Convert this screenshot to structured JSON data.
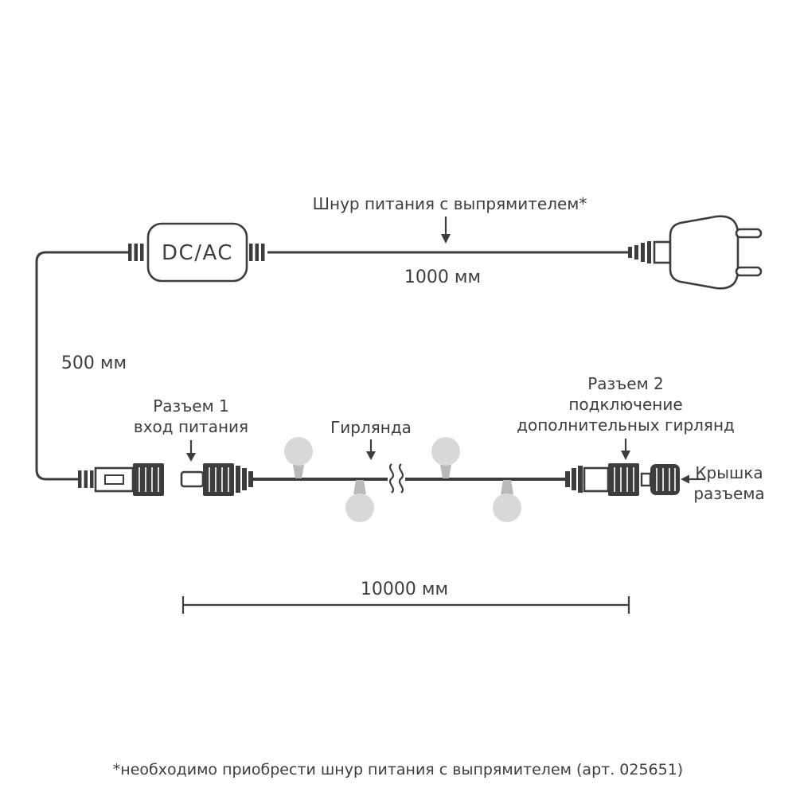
{
  "diagram": {
    "converter_label": "DC/AC",
    "power_cord": {
      "label": "Шнур питания с выпрямителем*",
      "length": "1000 мм"
    },
    "lead_wire": {
      "length": "500 мм"
    },
    "connector1": {
      "lines": [
        "Разъем 1",
        "вход питания"
      ]
    },
    "garland": {
      "label": "Гирлянда",
      "length": "10000 мм"
    },
    "connector2": {
      "lines": [
        "Разъем 2",
        "подключение",
        "дополнительных гирлянд"
      ]
    },
    "cap": {
      "lines": [
        "Крышка",
        "разъема"
      ]
    },
    "footnote": "*необходимо приобрести шнур питания с выпрямителем (арт. 025651)"
  },
  "colors": {
    "line": "#3d3d3d",
    "bulb_fill": "#d8d8d8",
    "socket_fill": "#b9b9b9",
    "background": "#ffffff"
  }
}
